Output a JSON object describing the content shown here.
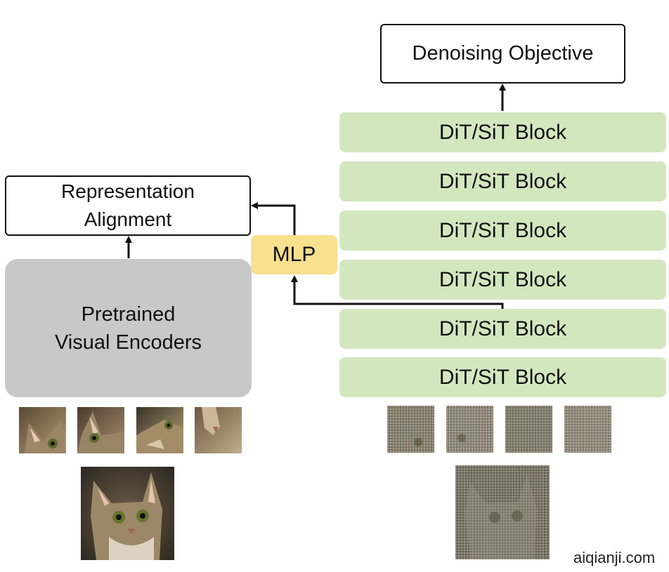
{
  "denoising": {
    "label": "Denoising Objective"
  },
  "representation": {
    "line1": "Representation",
    "line2": "Alignment"
  },
  "encoder": {
    "line1": "Pretrained",
    "line2": "Visual Encoders"
  },
  "mlp": {
    "label": "MLP"
  },
  "blocks": [
    {
      "label": "DiT/SiT Block"
    },
    {
      "label": "DiT/SiT Block"
    },
    {
      "label": "DiT/SiT Block"
    },
    {
      "label": "DiT/SiT Block"
    },
    {
      "label": "DiT/SiT Block"
    },
    {
      "label": "DiT/SiT Block"
    }
  ],
  "watermark": "aiqianji.com",
  "colors": {
    "block": "#d3e7bf",
    "mlp": "#f7e08e",
    "encoder": "#c8c8c8",
    "arrow": "#111111"
  }
}
